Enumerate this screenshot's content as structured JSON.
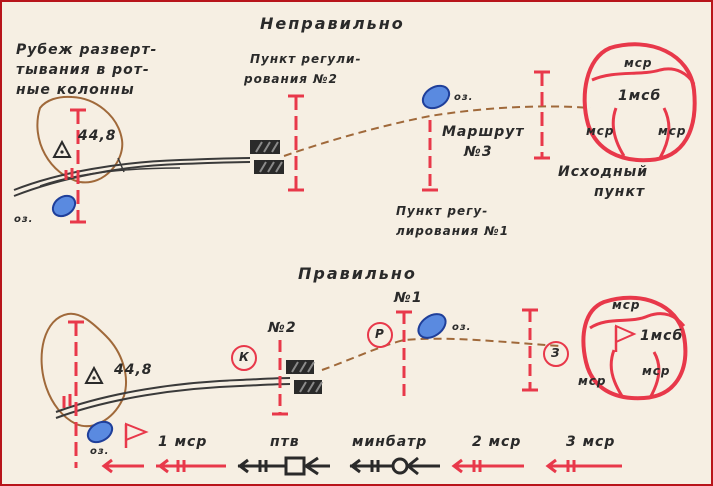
{
  "colors": {
    "red": "#e8384a",
    "dark": "#2a2a2a",
    "blue": "#2f5fbf",
    "brown": "#a0693a",
    "frame": "#b8141a"
  },
  "top": {
    "title": "Неправильно",
    "deploy_line": [
      "Рубеж разверт-",
      "тывания в рот-",
      "ные колонны"
    ],
    "height": "44,8",
    "lake_left": "оз.",
    "lake_right": "оз.",
    "reg_point_2": [
      "Пункт регули-",
      "рования №2"
    ],
    "route": [
      "Маршрут",
      "№3"
    ],
    "reg_point_1": [
      "Пункт регу-",
      "лирования №1"
    ],
    "start_point": [
      "Исходный",
      "пункт"
    ],
    "battalion": {
      "center": "1мсб",
      "company_top": "мср",
      "company_left": "мср",
      "company_right": "мср"
    }
  },
  "bottom": {
    "title": "Правильно",
    "height": "44,8",
    "point_2": "№2",
    "point_1": "№1",
    "circle_k": "К",
    "circle_r": "Р",
    "circle_3": "З",
    "lake_mid": "оз.",
    "lake_left": "оз.",
    "battalion": {
      "center": "1мсб",
      "company_top": "мср",
      "company_left": "мср",
      "company_right": "мср"
    },
    "column": [
      "1 мср",
      "птв",
      "минбатр",
      "2 мср",
      "3 мср"
    ]
  }
}
